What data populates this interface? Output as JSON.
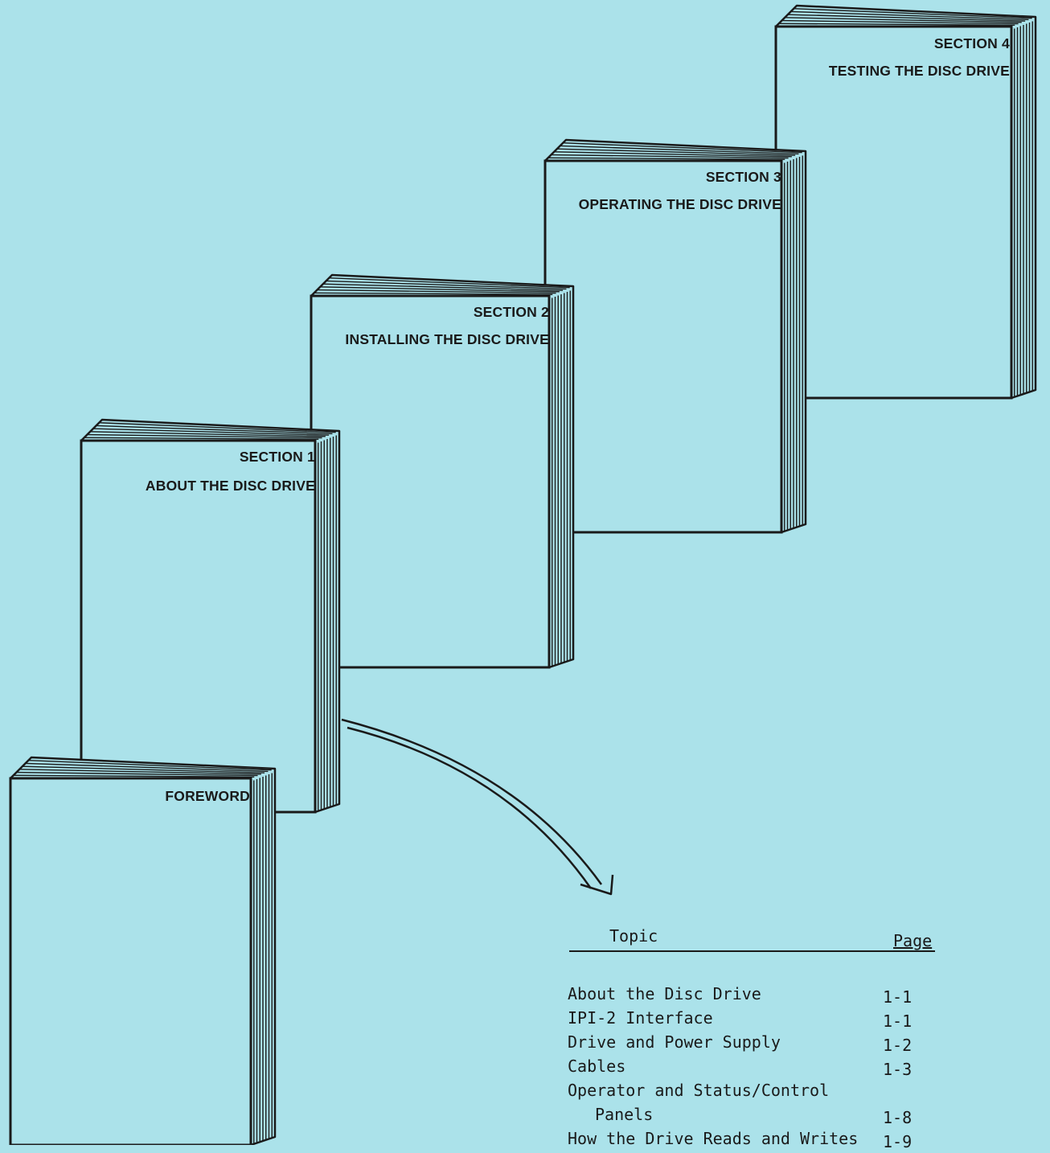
{
  "books": [
    {
      "id": "foreword",
      "lines": [
        "FOREWORD"
      ]
    },
    {
      "id": "section-1",
      "lines": [
        "SECTION 1",
        "ABOUT THE DISC DRIVE"
      ]
    },
    {
      "id": "section-2",
      "lines": [
        "SECTION 2",
        "INSTALLING THE DISC DRIVE"
      ]
    },
    {
      "id": "section-3",
      "lines": [
        "SECTION 3",
        "OPERATING THE DISC DRIVE"
      ]
    },
    {
      "id": "section-4",
      "lines": [
        "SECTION 4",
        "TESTING THE DISC DRIVE"
      ]
    }
  ],
  "toc": {
    "header_topic": "Topic",
    "header_page": "Page",
    "rows": [
      {
        "topic": "About the Disc Drive",
        "page": "1-1"
      },
      {
        "topic": "IPI-2 Interface",
        "page": "1-1"
      },
      {
        "topic": "Drive and Power Supply",
        "page": "1-2"
      },
      {
        "topic": "Cables",
        "page": "1-3"
      },
      {
        "topic": "Operator and Status/Control",
        "page": ""
      },
      {
        "topic": "Panels",
        "page": "1-8",
        "continuation": true
      },
      {
        "topic": "How the Drive Reads and Writes",
        "page": "1-9"
      }
    ]
  },
  "colors": {
    "background": "#ABE2EA",
    "ink": "#1a1a1a",
    "page": "#ABE2EA"
  }
}
